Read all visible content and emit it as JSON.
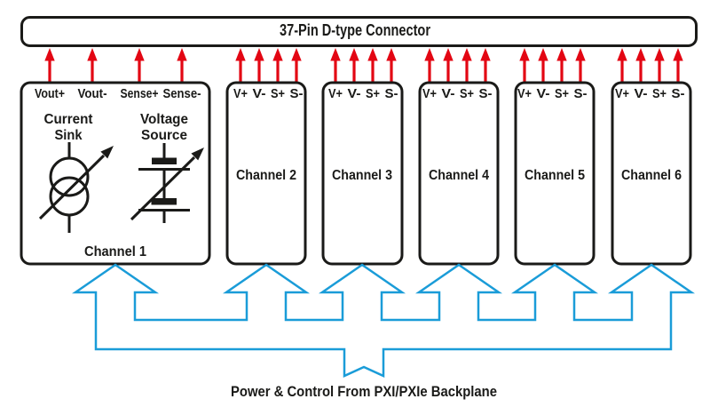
{
  "connector": {
    "title": "37-Pin D-type Connector"
  },
  "channels": [
    {
      "name": "Channel 1",
      "pins": [
        "Vout+",
        "Vout-",
        "Sense+",
        "Sense-"
      ],
      "blocks": [
        {
          "id": "current-sink",
          "label": [
            "Current",
            "Sink"
          ]
        },
        {
          "id": "voltage-source",
          "label": [
            "Voltage",
            "Source"
          ]
        }
      ]
    },
    {
      "name": "Channel 2",
      "pins": [
        "V+",
        "V-",
        "S+",
        "S-"
      ]
    },
    {
      "name": "Channel 3",
      "pins": [
        "V+",
        "V-",
        "S+",
        "S-"
      ]
    },
    {
      "name": "Channel 4",
      "pins": [
        "V+",
        "V-",
        "S+",
        "S-"
      ]
    },
    {
      "name": "Channel 5",
      "pins": [
        "V+",
        "V-",
        "S+",
        "S-"
      ]
    },
    {
      "name": "Channel 6",
      "pins": [
        "V+",
        "V-",
        "S+",
        "S-"
      ]
    }
  ],
  "caption": "Power & Control From PXI/PXIe Backplane",
  "colors": {
    "arrow_red": "#e30613",
    "arrow_blue": "#1a9cd8",
    "line_black": "#1a1a18",
    "background": "#ffffff"
  }
}
